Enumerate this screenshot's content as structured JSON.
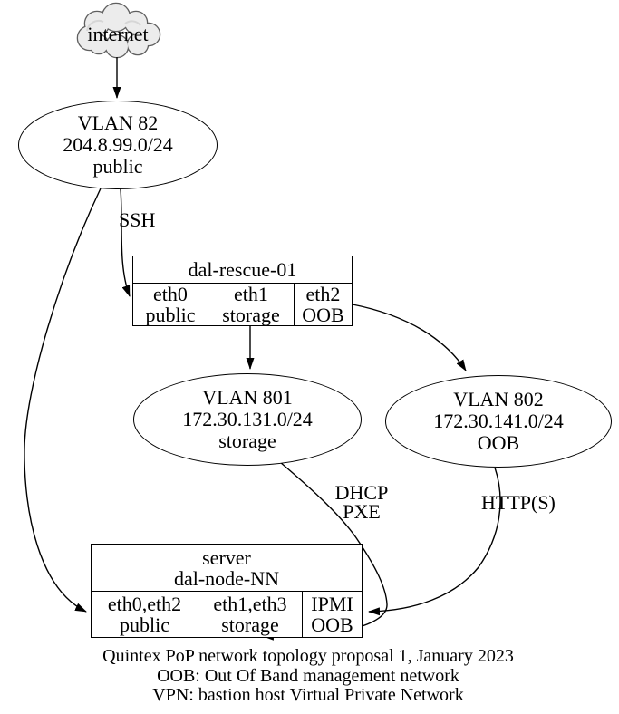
{
  "nodes": {
    "internet": {
      "label": "internet"
    },
    "vlan82": {
      "lines": [
        "VLAN 82",
        "204.8.99.0/24",
        "public"
      ]
    },
    "dal_rescue": {
      "title": "dal-rescue-01",
      "ports": [
        {
          "iface": "eth0",
          "network": "public"
        },
        {
          "iface": "eth1",
          "network": "storage"
        },
        {
          "iface": "eth2",
          "network": "OOB"
        }
      ]
    },
    "vlan801": {
      "lines": [
        "VLAN 801",
        "172.30.131.0/24",
        "storage"
      ]
    },
    "vlan802": {
      "lines": [
        "VLAN 802",
        "172.30.141.0/24",
        "OOB"
      ]
    },
    "server": {
      "title_lines": [
        "server",
        "dal-node-NN"
      ],
      "ports": [
        {
          "iface": "eth0,eth2",
          "network": "public"
        },
        {
          "iface": "eth1,eth3",
          "network": "storage"
        },
        {
          "iface": "IPMI",
          "network": "OOB"
        }
      ]
    }
  },
  "edge_labels": {
    "ssh": "SSH",
    "dhcp": [
      "DHCP",
      "PXE"
    ],
    "https": "HTTP(S)"
  },
  "caption": {
    "line1": "Quintex PoP network topology proposal 1, January 2023",
    "line2": "OOB: Out Of Band management network",
    "line3": "VPN: bastion host Virtual Private Network"
  },
  "colors": {
    "background": "#ffffff",
    "stroke": "#000000",
    "cloud_fill": "#ececec",
    "cloud_stroke": "#5f5f5f"
  }
}
